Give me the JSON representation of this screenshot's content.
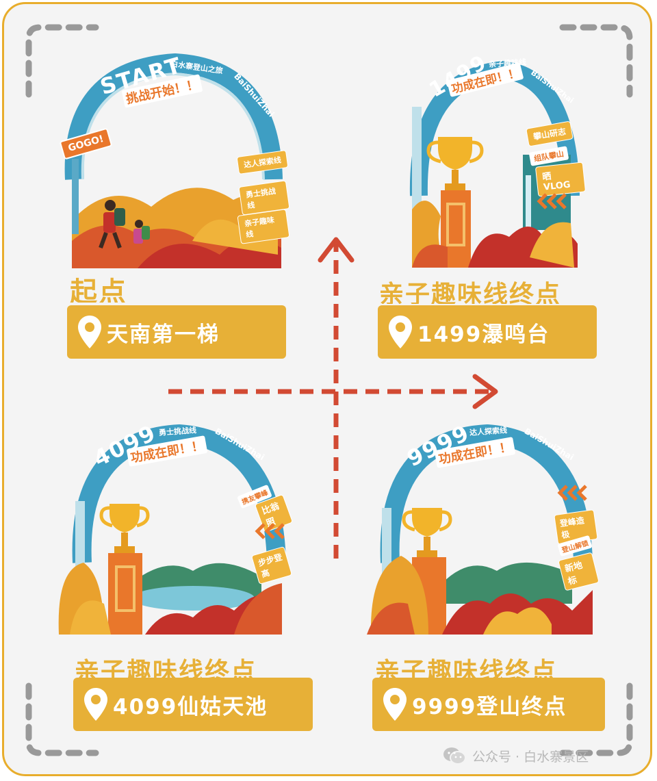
{
  "stations": [
    {
      "heading": "起点",
      "location": "天南第一梯",
      "badge_top": "START",
      "badge_sub": "挑战开始！！",
      "route_label": "白水寨登山之旅",
      "brand": "BaiShuiZhai",
      "tags": [
        "GOGO!",
        "达人探索线",
        "勇士挑战线",
        "亲子趣味线"
      ]
    },
    {
      "heading": "亲子趣味线终点",
      "location": "1499瀑鸣台",
      "badge_top": "1499",
      "badge_sub": "功成在即！！",
      "route_label": "亲子趣味线",
      "brand": "BaiShuiZhai",
      "tags": [
        "攀山研志",
        "组队攀山",
        "晒VLOG"
      ]
    },
    {
      "heading": "亲子趣味线终点",
      "location": "4099仙姑天池",
      "badge_top": "4099",
      "badge_sub": "功成在即！！",
      "route_label": "勇士挑战线",
      "brand": "BaiShuiZhai",
      "tags": [
        "携友攀峰",
        "比翁照",
        "步步登高"
      ]
    },
    {
      "heading": "亲子趣味线终点",
      "location": "9999登山终点",
      "badge_top": "9999",
      "badge_sub": "功成在即！！",
      "route_label": "达人探索线",
      "brand": "BaiShuiZhai",
      "tags": [
        "登峰造极",
        "登山解锁",
        "新地标"
      ]
    }
  ],
  "watermark": {
    "text": "公众号 · 白水寨景区",
    "icon": "wechat-icon"
  },
  "colors": {
    "frame": "#e8ad2c",
    "label_bg": "#e7b037",
    "arrow": "#d24a33",
    "arch_blue": "#3e9ec3",
    "orange": "#e9772b"
  }
}
